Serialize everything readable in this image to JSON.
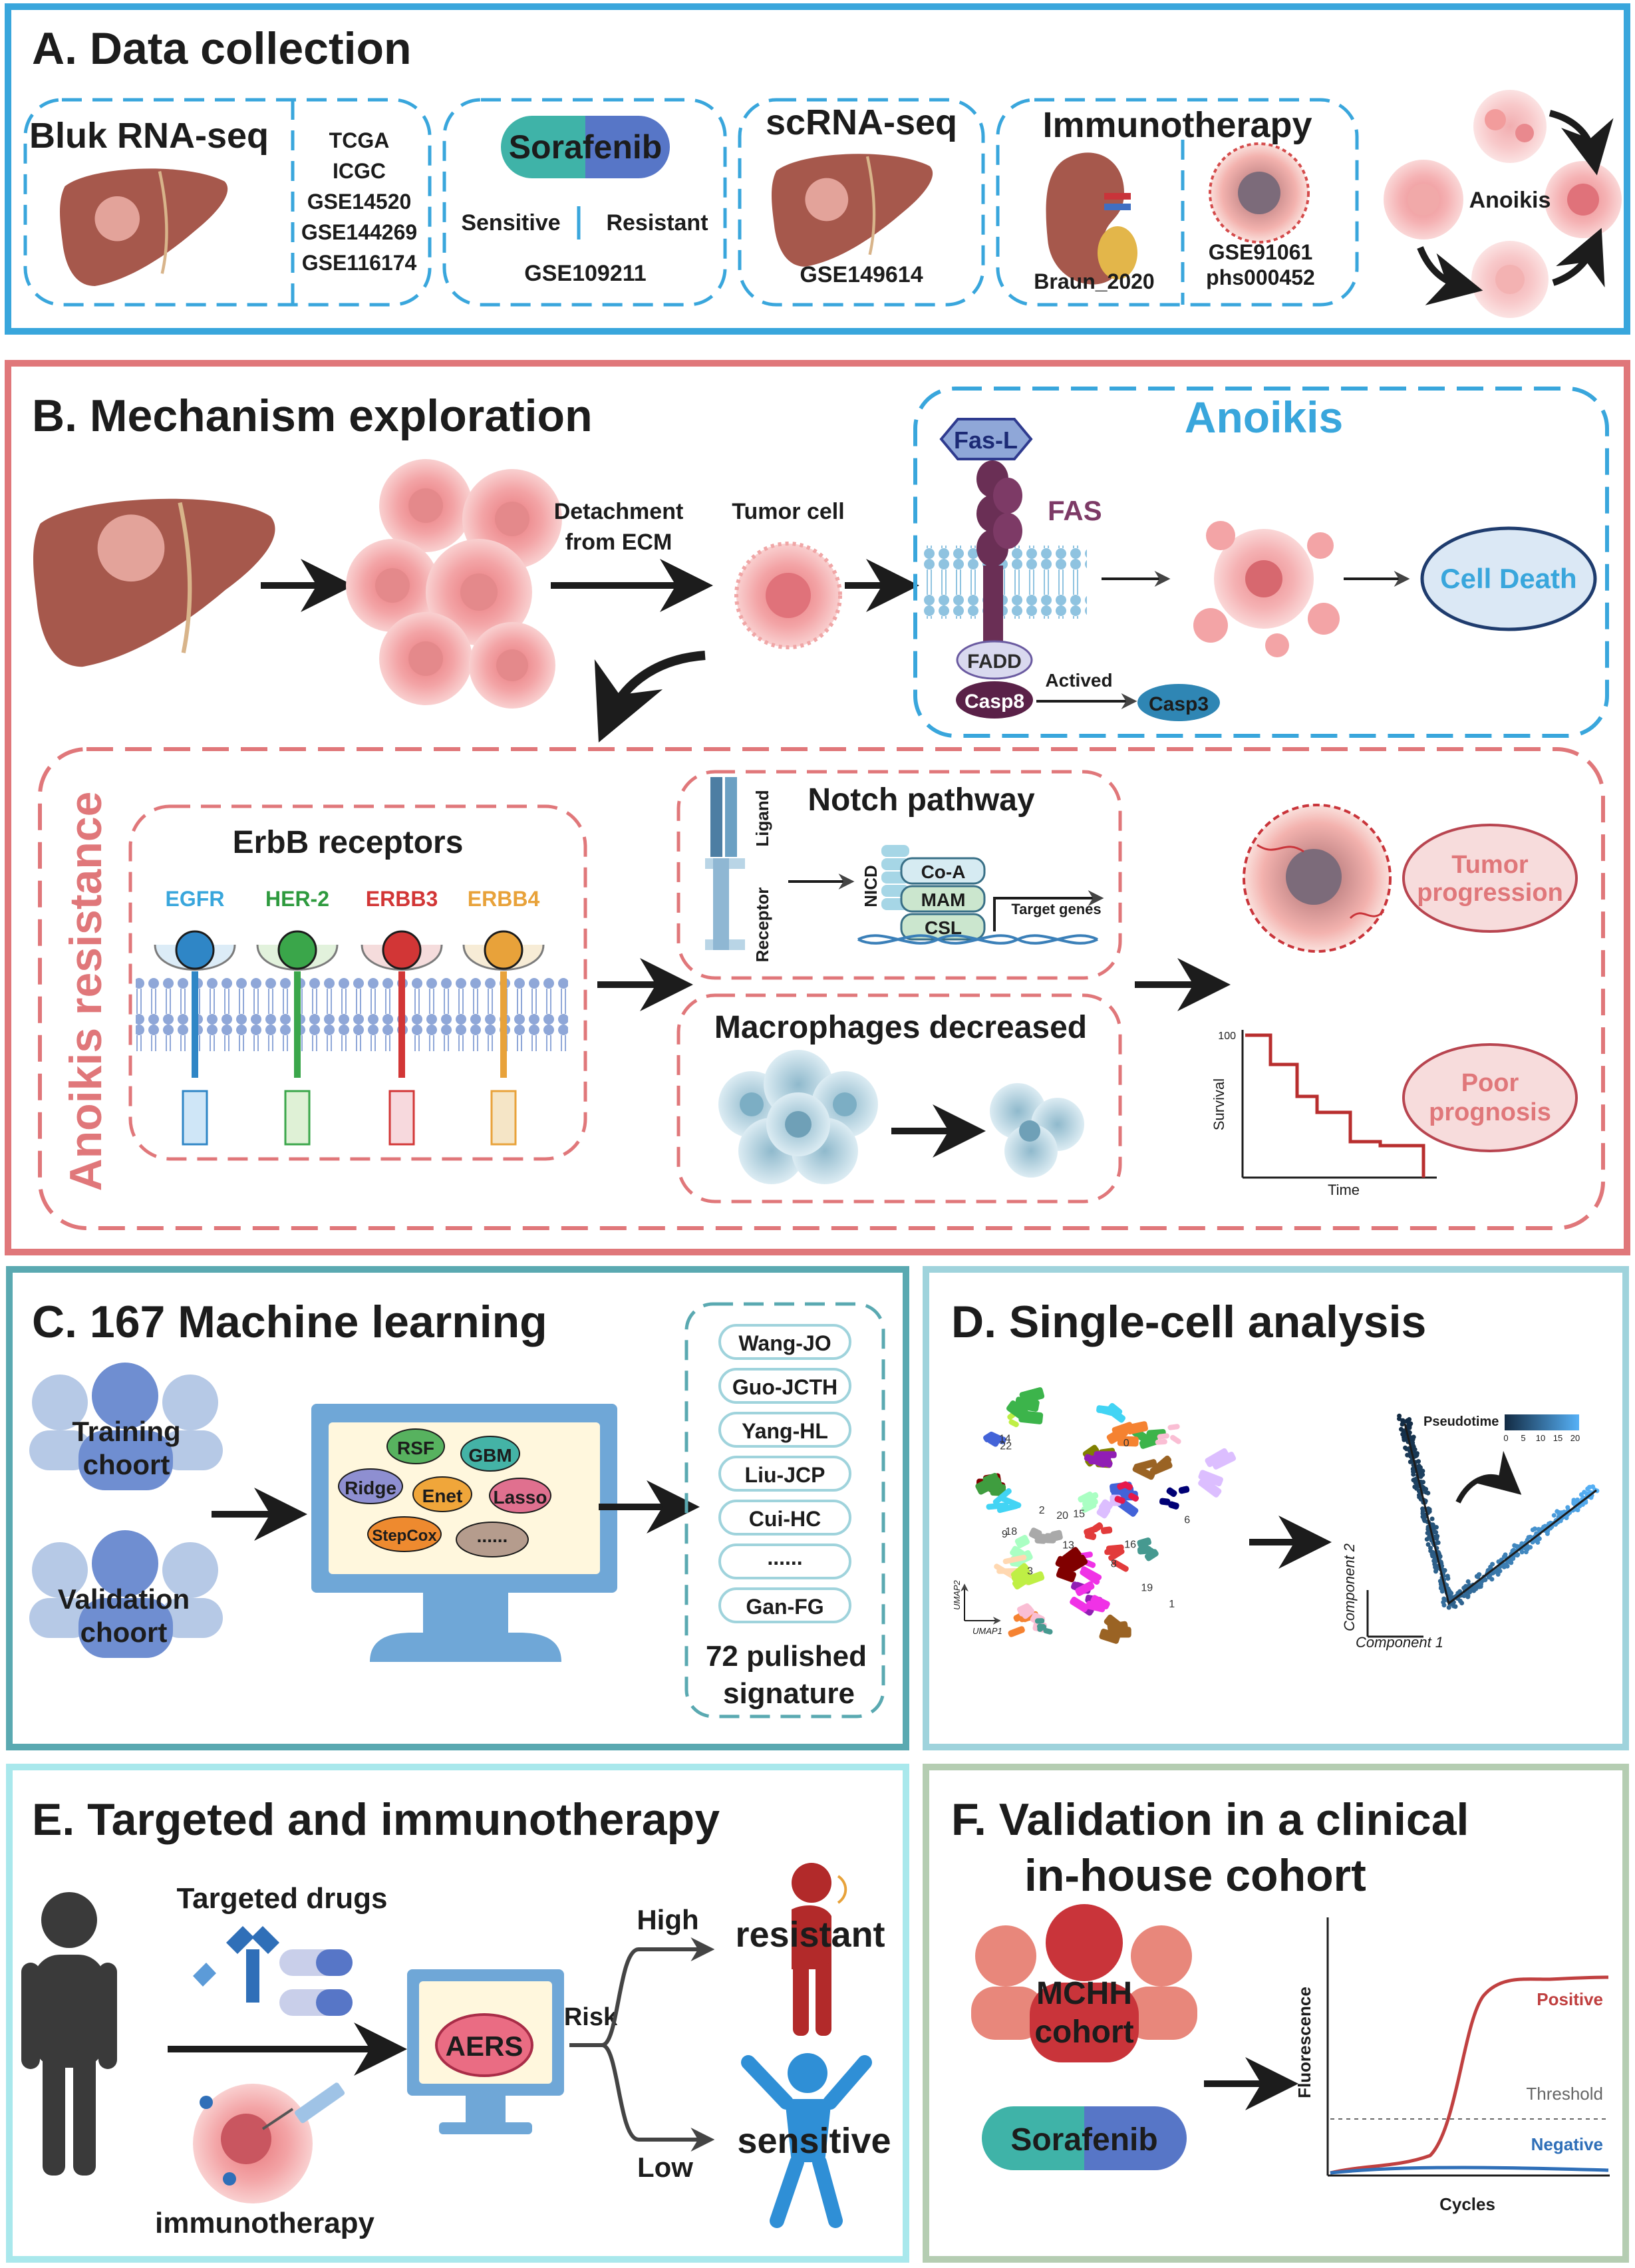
{
  "panelA": {
    "title": "A. Data collection",
    "bulk": {
      "title": "Bluk RNA-seq",
      "datasets": [
        "TCGA",
        "ICGC",
        "GSE14520",
        "GSE144269",
        "GSE116174"
      ]
    },
    "sorafenib": {
      "drug": "Sorafenib",
      "sensitive": "Sensitive",
      "resistant": "Resistant",
      "dataset": "GSE109211"
    },
    "scrna": {
      "title": "scRNA-seq",
      "dataset": "GSE149614"
    },
    "immuno": {
      "title": "Immunotherapy",
      "left": "Braun_2020",
      "right": [
        "GSE91061",
        "phs000452"
      ]
    },
    "anoikis_label": "Anoikis"
  },
  "panelB": {
    "title": "B. Mechanism exploration",
    "detach": [
      "Detachment",
      "from ECM"
    ],
    "tumor_cell": "Tumor cell",
    "anoikis_box": {
      "title": "Anoikis",
      "fasl": "Fas-L",
      "fas": "FAS",
      "fadd": "FADD",
      "casp8": "Casp8",
      "actived": "Actived",
      "casp3": "Casp3",
      "death": "Cell Death"
    },
    "resistance": {
      "label": "Anoikis resistance",
      "erbb": {
        "title": "ErbB receptors",
        "receptors": [
          "EGFR",
          "HER-2",
          "ERBB3",
          "ERBB4"
        ]
      },
      "notch": {
        "title": "Notch pathway",
        "ligand": "Ligand",
        "receptor": "Receptor",
        "nicd": "NICD",
        "coa": "Co-A",
        "mam": "MAM",
        "csl": "CSL",
        "target": "Target genes"
      },
      "macro": {
        "title": "Macrophages decreased"
      },
      "tumor_prog": [
        "Tumor",
        "progression"
      ],
      "poor_prog": [
        "Poor",
        "prognosis"
      ],
      "survival": {
        "ylabel": "Survival",
        "xlabel": "Time",
        "ymax_label": "100"
      }
    }
  },
  "panelC": {
    "title": "C. 167 Machine learning",
    "training": [
      "Training",
      "choort"
    ],
    "validation": [
      "Validation",
      "choort"
    ],
    "methods": [
      "RSF",
      "GBM",
      "Ridge",
      "Enet",
      "Lasso",
      "StepCox",
      "......"
    ],
    "signatures": [
      "Wang-JO",
      "Guo-JCTH",
      "Yang-HL",
      "Liu-JCP",
      "Cui-HC",
      "......",
      "Gan-FG"
    ],
    "sig_caption": [
      "72 pulished",
      "signature"
    ]
  },
  "panelD": {
    "title": "D. Single-cell analysis",
    "umap_x": "UMAP1",
    "umap_y": "UMAP2",
    "traj_x": "Component 1",
    "traj_y": "Component 2",
    "pseudotime": "Pseudotime",
    "pt_ticks": [
      "0",
      "5",
      "10",
      "15",
      "20"
    ],
    "cluster_labels": [
      "22",
      "18",
      "20",
      "9",
      "1",
      "15",
      "0",
      "6",
      "2",
      "14",
      "16",
      "3",
      "19",
      "13",
      "8"
    ]
  },
  "panelE": {
    "title": "E. Targeted and immunotherapy",
    "targeted": "Targeted drugs",
    "immunotherapy": "immunotherapy",
    "aers": "AERS",
    "risk": "Risk",
    "high": "High",
    "low": "Low",
    "resistant": "resistant",
    "sensitive": "sensitive"
  },
  "panelF": {
    "title_lines": [
      "F. Validation in a clinical",
      "in-house cohort"
    ],
    "cohort": [
      "MCHH",
      "cohort"
    ],
    "drug": "Sorafenib",
    "ylabel": "Fluorescence",
    "xlabel": "Cycles",
    "positive": "Positive",
    "threshold": "Threshold",
    "negative": "Negative"
  },
  "colors": {
    "blue": "#39a6dc",
    "red": "#e0777a",
    "teal": "#5aa9b1",
    "lightblue": "#9fd3dc",
    "aqua": "#a9e8ec",
    "sage": "#b5cdb2",
    "liver": "#a6584c",
    "cell": "#f2a4a4",
    "dark": "#1c1c1c",
    "sorafenib_left": "#3fb3a8",
    "sorafenib_right": "#5776c7"
  }
}
